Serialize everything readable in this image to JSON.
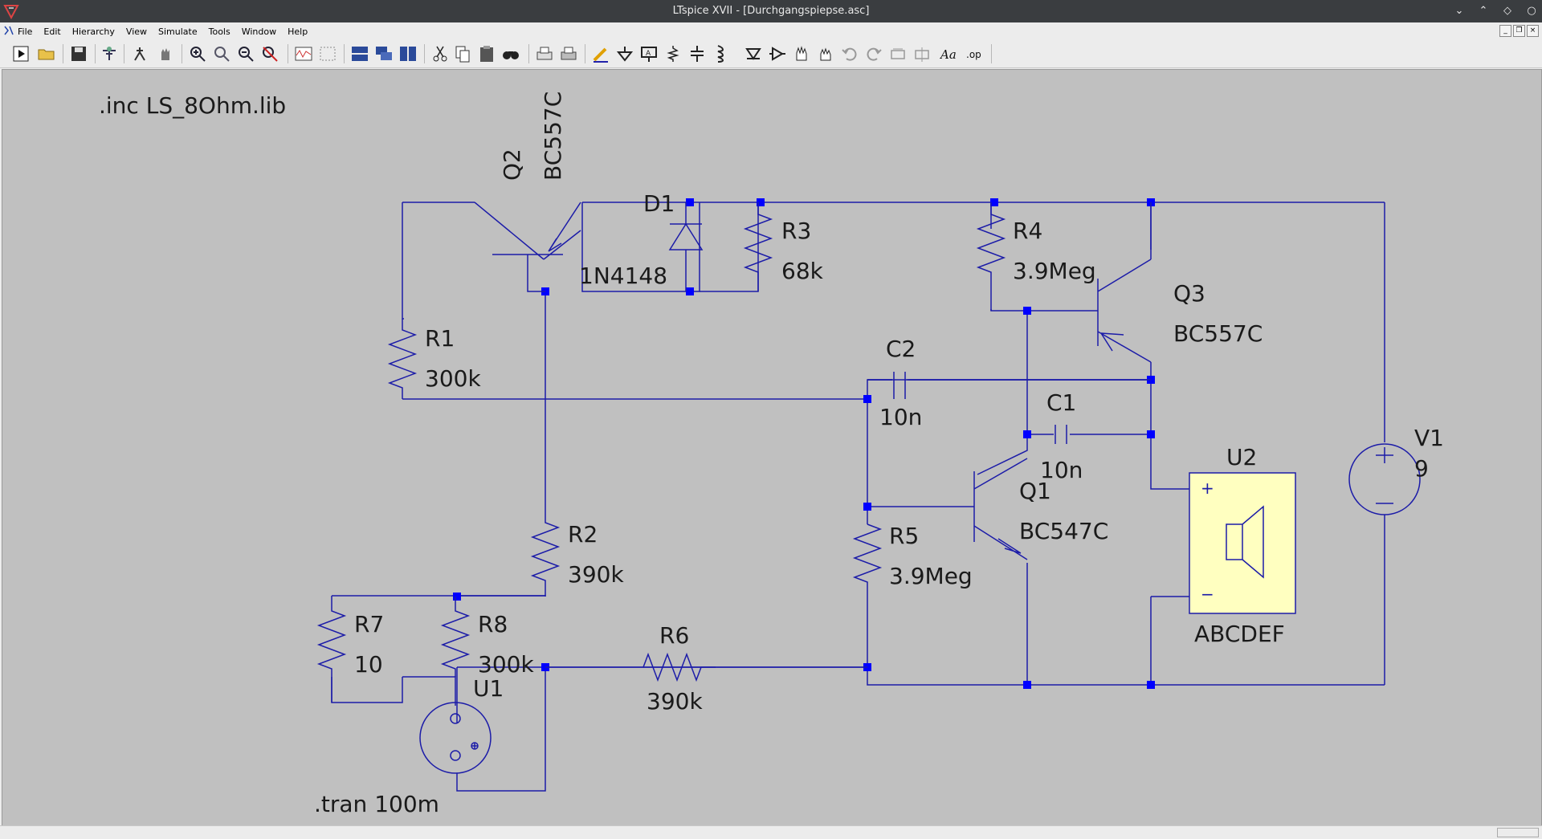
{
  "window": {
    "title": "LTspice XVII - [Durchgangspiepse.asc]"
  },
  "menubar": {
    "items": [
      "File",
      "Edit",
      "Hierarchy",
      "View",
      "Simulate",
      "Tools",
      "Window",
      "Help"
    ]
  },
  "toolbar": {
    "buttons": [
      "run",
      "open",
      "save",
      "control-panel",
      "halt",
      "pan",
      "zoom-in",
      "zoom-full",
      "zoom-out",
      "zoom-cancel",
      "waveform",
      "autorange",
      "tile-horizontal",
      "cascade",
      "tile-vertical",
      "cut",
      "copy",
      "paste",
      "find",
      "print-preview",
      "print",
      "draw-wire",
      "ground",
      "label-net",
      "resistor",
      "capacitor",
      "inductor",
      "diode",
      "component",
      "move",
      "drag",
      "undo",
      "redo",
      "rotate",
      "mirror",
      "text",
      "spice-directive"
    ]
  },
  "schematic": {
    "directives": {
      "include": ".inc LS_8Ohm.lib",
      "tran": ".tran 100m"
    },
    "components": {
      "Q2": {
        "name": "Q2",
        "value": "BC557C"
      },
      "D1": {
        "name": "D1",
        "value": "1N4148"
      },
      "R3": {
        "name": "R3",
        "value": "68k"
      },
      "R4": {
        "name": "R4",
        "value": "3.9Meg"
      },
      "Q3": {
        "name": "Q3",
        "value": "BC557C"
      },
      "R1": {
        "name": "R1",
        "value": "300k"
      },
      "C2": {
        "name": "C2",
        "value": "10n"
      },
      "C1": {
        "name": "C1",
        "value": "10n"
      },
      "Q1": {
        "name": "Q1",
        "value": "BC547C"
      },
      "R5": {
        "name": "R5",
        "value": "3.9Meg"
      },
      "R2": {
        "name": "R2",
        "value": "390k"
      },
      "R7": {
        "name": "R7",
        "value": "10"
      },
      "R8": {
        "name": "R8",
        "value": "300k"
      },
      "U1": {
        "name": "U1"
      },
      "R6": {
        "name": "R6",
        "value": "390k"
      },
      "U2": {
        "name": "U2",
        "value": "ABCDEF"
      },
      "V1": {
        "name": "V1",
        "value": "9"
      }
    }
  },
  "colors": {
    "wire": "#1c1ca8",
    "junction": "#0000ff",
    "canvas": "#c0c0c0",
    "speaker_fill": "#ffffc0"
  }
}
